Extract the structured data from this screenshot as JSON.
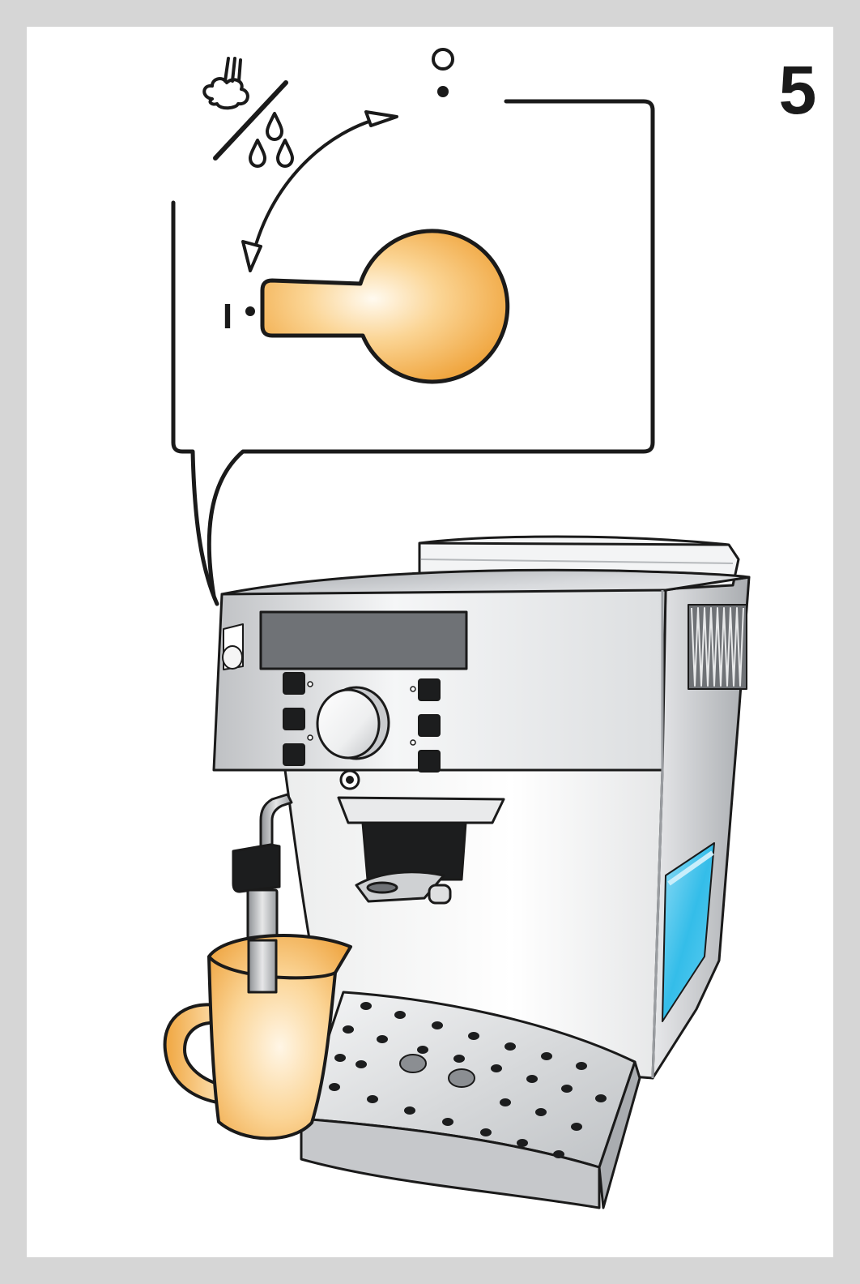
{
  "step": {
    "number": "5"
  },
  "dial": {
    "on_mark": "I",
    "setting": "on",
    "function_icon": "steam-hot-water-icon"
  },
  "colors": {
    "frame": "#d6d6d6",
    "background": "#ffffff",
    "accent_orange": "#f3b14c",
    "machine_grey": "#d9dadc",
    "water_blue": "#34bde9",
    "outline": "#1a1a1a"
  },
  "icons": [
    "steam-hot-water-icon",
    "off-position-icon",
    "rotation-arrow-icon",
    "steam-knob-icon",
    "speech-bubble-callout",
    "coffee-machine",
    "milk-jug",
    "steam-wand"
  ]
}
